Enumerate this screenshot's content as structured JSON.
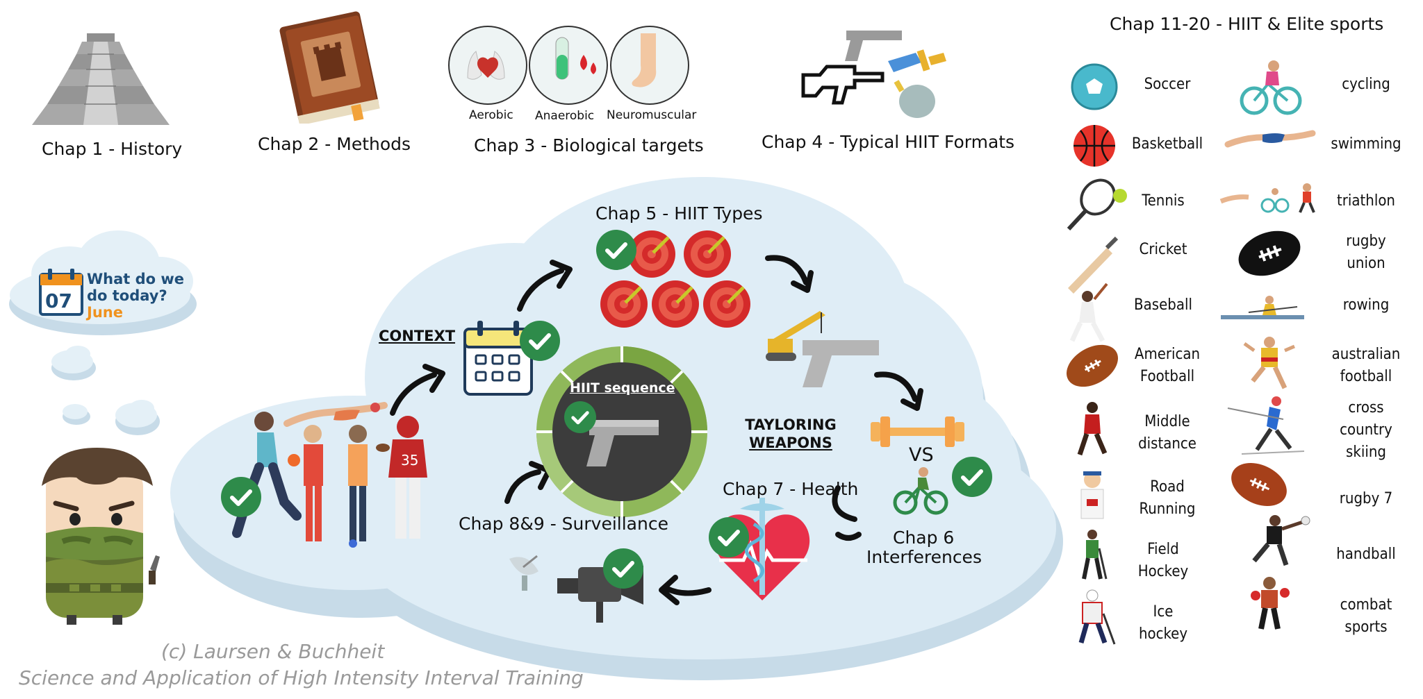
{
  "chapters": {
    "chap1": "Chap 1 - History",
    "chap2": "Chap 2 - Methods",
    "chap3": "Chap 3 - Biological targets",
    "chap3_targets": [
      "Aerobic",
      "Anaerobic",
      "Neuromuscular"
    ],
    "chap4": "Chap 4 - Typical HIIT Formats",
    "chap5": "Chap 5 - HIIT Types",
    "chap6_line1": "Chap 6",
    "chap6_line2": "Interferences",
    "chap7": "Chap 7 - Health",
    "chap89": "Chap 8&9 - Surveillance"
  },
  "center": {
    "title": "HIIT sequence",
    "context": "CONTEXT",
    "tayloring_line1": "TAYLORING",
    "tayloring_line2": "WEAPONS",
    "vs": "VS"
  },
  "calendar": {
    "day": "07",
    "line1": "What do we",
    "line2": "do today?",
    "month": "June"
  },
  "sports": {
    "title": "Chap 11-20 - HIIT & Elite sports",
    "left": [
      "Soccer",
      "Basketball",
      "Tennis",
      "Cricket",
      "Baseball",
      "American\nFootball",
      "Middle\ndistance",
      "Road\nRunning",
      "Field\nHockey",
      "Ice\nhockey"
    ],
    "right": [
      "cycling",
      "swimming",
      "triathlon",
      "rugby\nunion",
      "rowing",
      "australian\nfootball",
      "cross\ncountry\nskiing",
      "rugby 7",
      "handball",
      "combat\nsports"
    ]
  },
  "credit": {
    "line1": "(c) Laursen & Buchheit",
    "line2": "Science and Application of High Intensity Interval Training"
  },
  "colors": {
    "cloud": "#deedf6",
    "cloud_shadow": "#c5d9e6",
    "check_green": "#2e8b4a",
    "target_red": "#d42a2a",
    "calendar_blue": "#1f4e79",
    "calendar_orange": "#f0921e"
  }
}
